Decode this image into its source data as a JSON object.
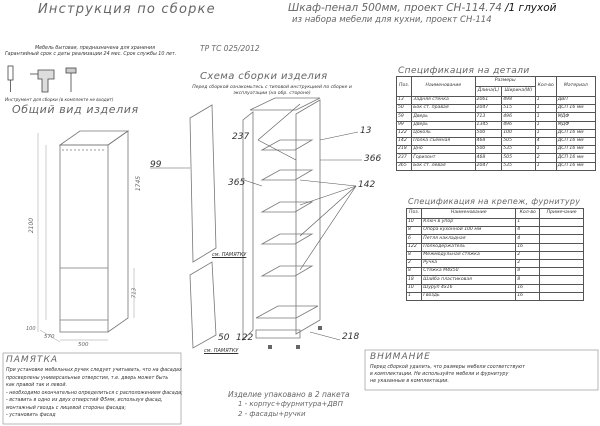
{
  "header": {
    "title_left": "Инструкция по сборке",
    "title_right": "Шкаф-пенал 500мм, проект СН-114.74",
    "title_suffix": "/1 глухой",
    "subtitle": "из набора мебели для кухни, проект СН-114"
  },
  "intro": {
    "line1": "Мебель бытовая, предназначена для хранения",
    "line2": "Гарантийный срок с даты реализации 24 мес. Срок службы 10 лет.",
    "standard": "ТР ТС 025/2012",
    "tool_caption": "Инструмент для сборки (в комплекте не входит)"
  },
  "sections": {
    "general_view": "Общий вид изделия",
    "assembly_scheme": "Схема сборки изделия",
    "assembly_note": "Перед сборкой ознакомьтесь с типовой инструкцией по сборке и эксплуатации (на обр. стороне)",
    "parts_spec": "Спецификация на детали",
    "fittings_spec": "Спецификация на крепеж, фурнитуру",
    "reminder": "ПАМЯТКА",
    "attention": "ВНИМАНИЕ"
  },
  "dimensions": {
    "height_total": "2100",
    "height_box": "1745",
    "height_lower": "713",
    "depth": "570",
    "width": "500",
    "base": "100",
    "label_99": "99",
    "label_237": "237",
    "label_365": "365",
    "label_13": "13",
    "label_366": "366",
    "label_142": "142",
    "label_50": "50",
    "label_122": "122",
    "label_218": "218",
    "see_note": "см. ПАМЯТКУ"
  },
  "parts_table": {
    "headers": [
      "Поз.",
      "Наименование",
      "Длина(L)",
      "Ширина(W)",
      "Кол-во",
      "Материал"
    ],
    "size_group": "Размеры",
    "rows": [
      [
        "13",
        "Задняя стенка",
        "2061",
        "498",
        "1",
        "ДВП"
      ],
      [
        "50",
        "Бок ст. правая",
        "2047",
        "515",
        "1",
        "ДСП 16 мм"
      ],
      [
        "59",
        "Дверь",
        "713",
        "496",
        "1",
        "МДФ"
      ],
      [
        "99",
        "Дверь",
        "1345",
        "496",
        "1",
        "МДФ"
      ],
      [
        "122",
        "Цоколь",
        "500",
        "100",
        "1",
        "ДСП 16 мм"
      ],
      [
        "142",
        "Полка съемная",
        "468",
        "505",
        "4",
        "ДСП 16 мм"
      ],
      [
        "218",
        "Дно",
        "500",
        "535",
        "1",
        "ДСП 16 мм"
      ],
      [
        "237",
        "Горизонт",
        "468",
        "505",
        "2",
        "ДСП 16 мм"
      ],
      [
        "365",
        "Бок ст. левая",
        "2047",
        "535",
        "1",
        "ДСП 16 мм"
      ]
    ]
  },
  "fittings_table": {
    "headers": [
      "Поз.",
      "Наименование",
      "Кол-во",
      "Примечание"
    ],
    "rows": [
      [
        "10",
        "Ключ в упор",
        "1",
        ""
      ],
      [
        "8",
        "Опора кухонной 100 мм",
        "4",
        ""
      ],
      [
        "6",
        "Петля накладная",
        "4",
        ""
      ],
      [
        "122",
        "Полкодержатель",
        "16",
        ""
      ],
      [
        "8",
        "Межмодульная стяжка",
        "2",
        ""
      ],
      [
        "2",
        "Ручка",
        "2",
        ""
      ],
      [
        "8",
        "Стяжка М4х50",
        "8",
        ""
      ],
      [
        "18",
        "Шайба пластиковая",
        "8",
        ""
      ],
      [
        "10",
        "Шуруп 4х16",
        "16",
        ""
      ],
      [
        "1",
        "Гвоздь",
        "16",
        ""
      ]
    ]
  },
  "reminder_text": [
    "При установке мебельных ручек следует учитывать, что на фасадах",
    "просверлены универсальные отверстия, т.е. дверь может быть",
    "как правой так и левой.",
    "- необходимо окончательно определиться с расположением фасада;",
    "- вставить в одно из двух отверстий Ф5мм, используя фасад,",
    "  монтажный гвоздь с лицевой стороны фасада;",
    "- установить фасад"
  ],
  "attention_text": [
    "Перед сборкой удалить, что размеры мебели соответствуют",
    "в комплектации. Не используйте мебели и фурнитуру",
    "не указанные в комплектации."
  ],
  "packaging": {
    "title": "Изделие упаковано в 2 пакета",
    "line1": "1 - корпус+фурнитура+ДВП",
    "line2": "2 - фасады+ручки"
  }
}
